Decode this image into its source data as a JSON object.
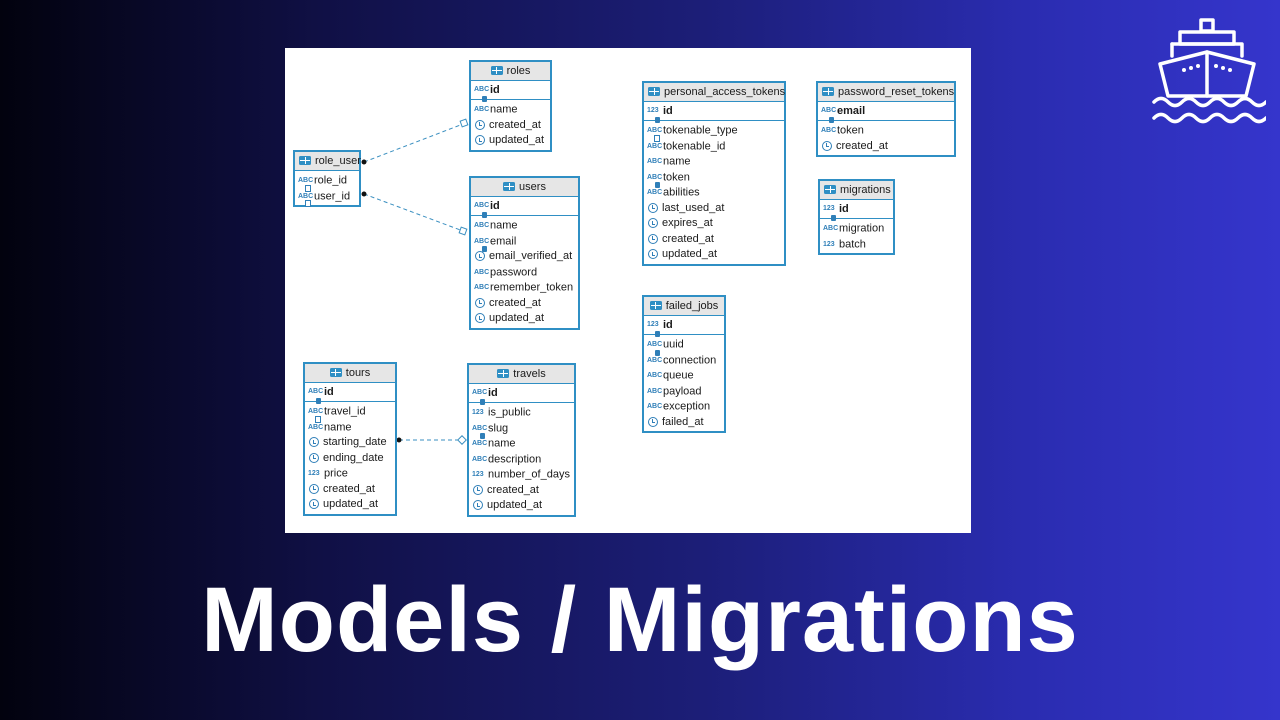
{
  "title": "Models / Migrations",
  "logo_icon": "ship-icon",
  "colors": {
    "background_start": "#02020e",
    "background_end": "#3535cc",
    "table_border": "#2f8fc4",
    "table_header_bg": "#e6e6e6",
    "link_line": "#3a8fc0"
  },
  "tables": {
    "roles": {
      "name": "roles",
      "pk": {
        "name": "id",
        "icon": "abc-key"
      },
      "columns": [
        {
          "name": "name",
          "icon": "abc"
        },
        {
          "name": "created_at",
          "icon": "clock"
        },
        {
          "name": "updated_at",
          "icon": "clock"
        }
      ]
    },
    "role_user": {
      "name": "role_user",
      "columns": [
        {
          "name": "role_id",
          "icon": "abc-fk"
        },
        {
          "name": "user_id",
          "icon": "abc-fk"
        }
      ]
    },
    "users": {
      "name": "users",
      "pk": {
        "name": "id",
        "icon": "abc-key"
      },
      "columns": [
        {
          "name": "name",
          "icon": "abc"
        },
        {
          "name": "email",
          "icon": "abc-key"
        },
        {
          "name": "email_verified_at",
          "icon": "clock"
        },
        {
          "name": "password",
          "icon": "abc"
        },
        {
          "name": "remember_token",
          "icon": "abc"
        },
        {
          "name": "created_at",
          "icon": "clock"
        },
        {
          "name": "updated_at",
          "icon": "clock"
        }
      ]
    },
    "personal_access_tokens": {
      "name": "personal_access_tokens",
      "pk": {
        "name": "id",
        "icon": "num-key"
      },
      "columns": [
        {
          "name": "tokenable_type",
          "icon": "abc-fk"
        },
        {
          "name": "tokenable_id",
          "icon": "abc"
        },
        {
          "name": "name",
          "icon": "abc"
        },
        {
          "name": "token",
          "icon": "abc-key"
        },
        {
          "name": "abilities",
          "icon": "abc"
        },
        {
          "name": "last_used_at",
          "icon": "clock"
        },
        {
          "name": "expires_at",
          "icon": "clock"
        },
        {
          "name": "created_at",
          "icon": "clock"
        },
        {
          "name": "updated_at",
          "icon": "clock"
        }
      ]
    },
    "password_reset_tokens": {
      "name": "password_reset_tokens",
      "pk": {
        "name": "email",
        "icon": "abc-key"
      },
      "columns": [
        {
          "name": "token",
          "icon": "abc"
        },
        {
          "name": "created_at",
          "icon": "clock"
        }
      ]
    },
    "migrations": {
      "name": "migrations",
      "pk": {
        "name": "id",
        "icon": "num-key"
      },
      "columns": [
        {
          "name": "migration",
          "icon": "abc"
        },
        {
          "name": "batch",
          "icon": "num"
        }
      ]
    },
    "failed_jobs": {
      "name": "failed_jobs",
      "pk": {
        "name": "id",
        "icon": "num-key"
      },
      "columns": [
        {
          "name": "uuid",
          "icon": "abc-key"
        },
        {
          "name": "connection",
          "icon": "abc"
        },
        {
          "name": "queue",
          "icon": "abc"
        },
        {
          "name": "payload",
          "icon": "abc"
        },
        {
          "name": "exception",
          "icon": "abc"
        },
        {
          "name": "failed_at",
          "icon": "clock"
        }
      ]
    },
    "tours": {
      "name": "tours",
      "pk": {
        "name": "id",
        "icon": "abc-key"
      },
      "columns": [
        {
          "name": "travel_id",
          "icon": "abc-fk"
        },
        {
          "name": "name",
          "icon": "abc"
        },
        {
          "name": "starting_date",
          "icon": "clock"
        },
        {
          "name": "ending_date",
          "icon": "clock"
        },
        {
          "name": "price",
          "icon": "num"
        },
        {
          "name": "created_at",
          "icon": "clock"
        },
        {
          "name": "updated_at",
          "icon": "clock"
        }
      ]
    },
    "travels": {
      "name": "travels",
      "pk": {
        "name": "id",
        "icon": "abc-key"
      },
      "columns": [
        {
          "name": "is_public",
          "icon": "num"
        },
        {
          "name": "slug",
          "icon": "abc-key"
        },
        {
          "name": "name",
          "icon": "abc"
        },
        {
          "name": "description",
          "icon": "abc"
        },
        {
          "name": "number_of_days",
          "icon": "num"
        },
        {
          "name": "created_at",
          "icon": "clock"
        },
        {
          "name": "updated_at",
          "icon": "clock"
        }
      ]
    }
  },
  "relations": [
    {
      "from": "role_user",
      "to": "roles"
    },
    {
      "from": "role_user",
      "to": "users"
    },
    {
      "from": "tours",
      "to": "travels"
    }
  ]
}
